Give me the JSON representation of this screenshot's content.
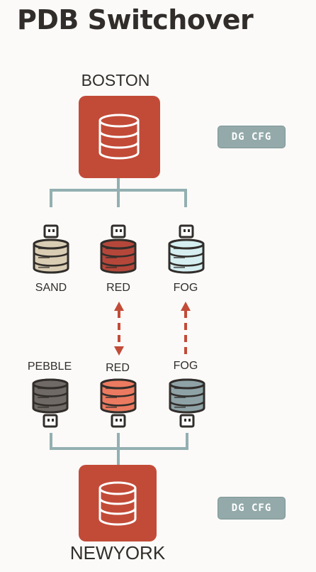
{
  "title": "PDB Switchover",
  "primary": {
    "site": "BOSTON",
    "badge": "DG CFG",
    "pdbs": [
      {
        "name": "SAND",
        "color": "#d9cdb4"
      },
      {
        "name": "RED",
        "color": "#b5473a"
      },
      {
        "name": "FOG",
        "color": "#d6eef0"
      }
    ]
  },
  "standby": {
    "site": "NEWYORK",
    "badge": "DG CFG",
    "pdbs": [
      {
        "name": "PEBBLE",
        "color": "#6f6a65"
      },
      {
        "name": "RED",
        "color": "#ec7a60"
      },
      {
        "name": "FOG",
        "color": "#8fa3a7"
      }
    ]
  },
  "colors": {
    "site_box": "#c24b38",
    "connector": "#93afb1",
    "arrow": "#c24b38",
    "outline": "#312d2a"
  },
  "icons": {
    "database": "database-icon",
    "pdb": "usb-database-icon"
  }
}
